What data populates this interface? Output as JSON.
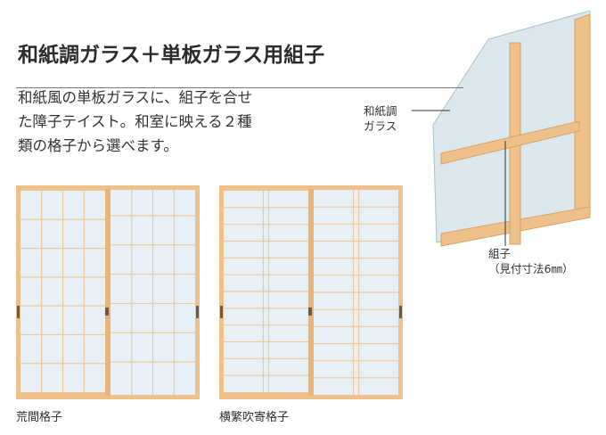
{
  "title": "和紙調ガラス＋単板ガラス用組子",
  "description": "和紙風の単板ガラスに、組子を合せ\nた障子テイスト。和室に映える２種\n類の格子から選べます。",
  "illustration": {
    "glass_label": "和紙調\nガラス",
    "kumiko_label": "組子\n（見付寸法6㎜）"
  },
  "products": [
    {
      "caption": "荒間格子",
      "pattern": "arama"
    },
    {
      "caption": "横繁吹寄格子",
      "pattern": "yokoshige-fukiyose"
    }
  ],
  "colors": {
    "wood": "#eec08a",
    "wood_dark": "#d9a064",
    "glass": "#e6f0f6",
    "rule": "#777777"
  }
}
